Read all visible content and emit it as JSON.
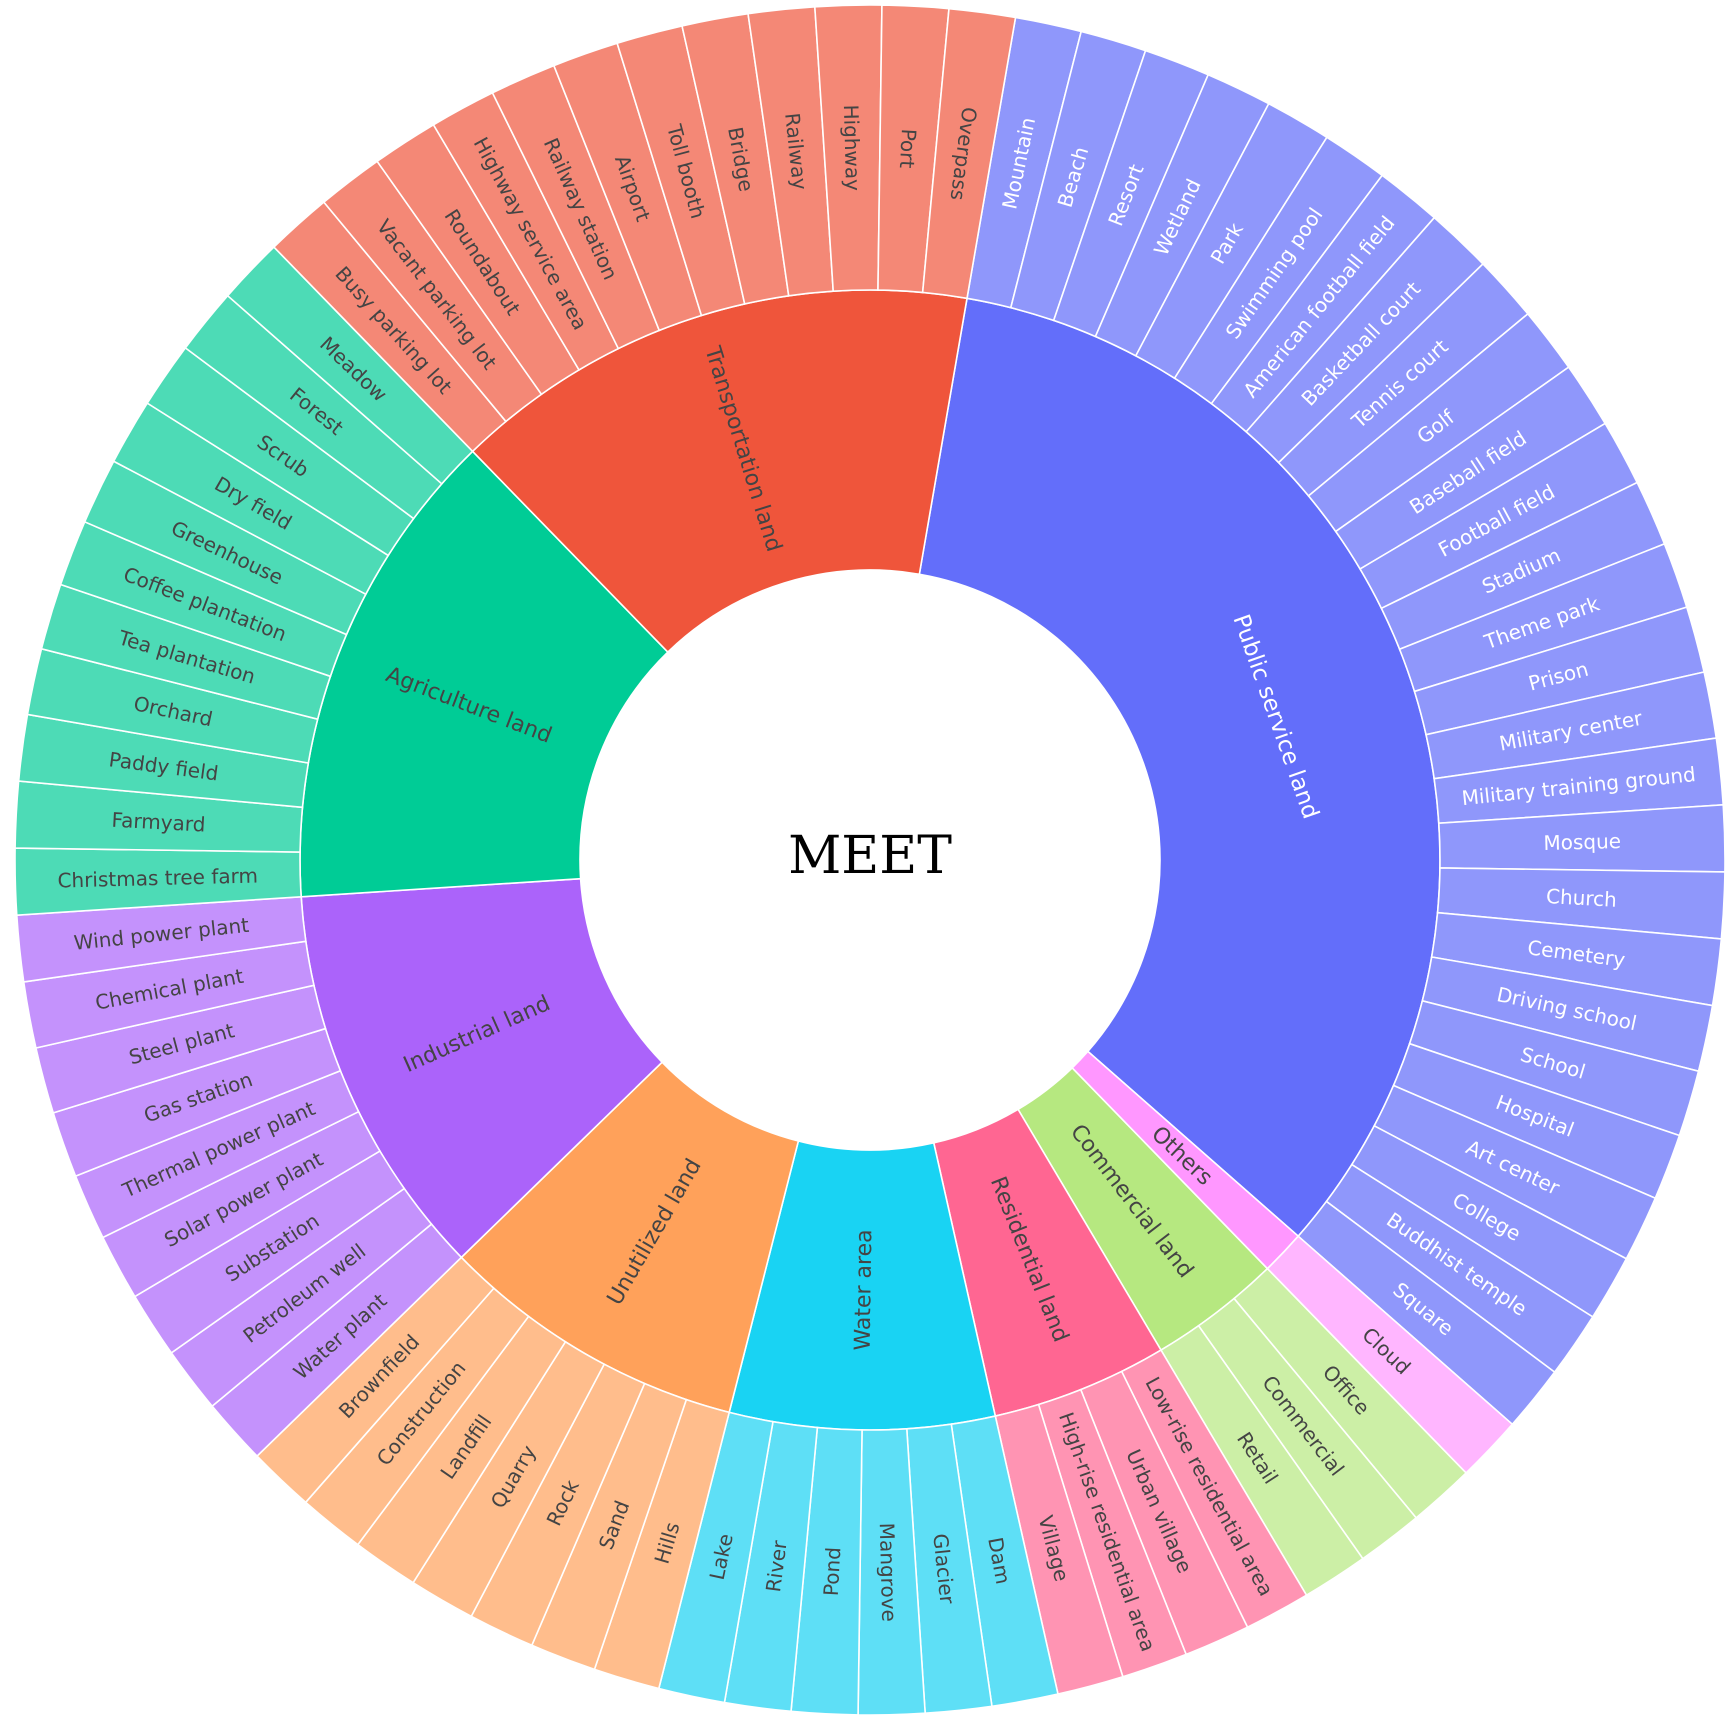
{
  "title": "MEET",
  "chart_data": {
    "type": "sunburst",
    "start_angle_deg": 9.8,
    "groups": [
      {
        "name": "Public service land",
        "color": "#636efa",
        "light": "#8f97fb",
        "text": "#ffffff",
        "children": [
          "Mountain",
          "Beach",
          "Resort",
          "Wetland",
          "Park",
          "Swimming pool",
          "American football field",
          "Basketball court",
          "Tennis court",
          "Golf",
          "Baseball field",
          "Football field",
          "Stadium",
          "Theme park",
          "Prison",
          "Military center",
          "Military training ground",
          "Mosque",
          "Church",
          "Cemetery",
          "Driving school",
          "School",
          "Hospital",
          "Art center",
          "College",
          "Buddhist temple",
          "Square"
        ]
      },
      {
        "name": "Others",
        "color": "#ff97ff",
        "light": "#ffb6ff",
        "text": "#444444",
        "children": [
          "Cloud"
        ]
      },
      {
        "name": "Commercial land",
        "color": "#b6e880",
        "light": "#ccefa6",
        "text": "#444444",
        "children": [
          "Office",
          "Commercial",
          "Retail"
        ]
      },
      {
        "name": "Residential land",
        "color": "#ff6692",
        "light": "#ff94b3",
        "text": "#444444",
        "children": [
          "Low-rise residential area",
          "Urban village",
          "High-rise residential area",
          "Village"
        ]
      },
      {
        "name": "Water area",
        "color": "#19d3f3",
        "light": "#5edff6",
        "text": "#444444",
        "children": [
          "Dam",
          "Glacier",
          "Mangrove",
          "Pond",
          "River",
          "Lake"
        ]
      },
      {
        "name": "Unutilized land",
        "color": "#ffa15a",
        "light": "#ffbd8c",
        "text": "#444444",
        "children": [
          "Hills",
          "Sand",
          "Rock",
          "Quarry",
          "Landfill",
          "Construction",
          "Brownfield"
        ]
      },
      {
        "name": "Industrial land",
        "color": "#ab63fa",
        "light": "#c492fc",
        "text": "#444444",
        "children": [
          "Water plant",
          "Petroleum well",
          "Substation",
          "Solar power plant",
          "Thermal power plant",
          "Gas station",
          "Steel plant",
          "Chemical plant",
          "Wind power plant"
        ]
      },
      {
        "name": "Agriculture land",
        "color": "#00cc96",
        "light": "#4ddbb6",
        "text": "#444444",
        "children": [
          "Christmas tree farm",
          "Farmyard",
          "Paddy field",
          "Orchard",
          "Tea plantation",
          "Coffee plantation",
          "Greenhouse",
          "Dry field",
          "Scrub",
          "Forest",
          "Meadow"
        ]
      },
      {
        "name": "Transportation land",
        "color": "#ef553b",
        "light": "#f48876",
        "text": "#444444",
        "children": [
          "Busy parking lot",
          "Vacant parking lot",
          "Roundabout",
          "Highway service area",
          "Railway station",
          "Airport",
          "Toll booth",
          "Bridge",
          "Railway",
          "Highway",
          "Port",
          "Overpass"
        ]
      }
    ]
  }
}
